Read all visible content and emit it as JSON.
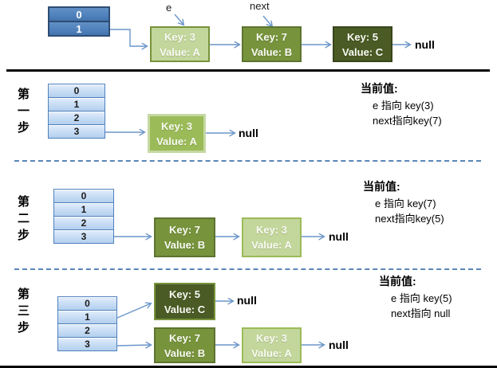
{
  "top": {
    "bucket_cells": [
      "0",
      "1"
    ],
    "e_label": "e",
    "next_label": "next",
    "nodes": [
      {
        "key": "Key: 3",
        "value": "Value: A"
      },
      {
        "key": "Key: 7",
        "value": "Value: B"
      },
      {
        "key": "Key: 5",
        "value": "Value: C"
      }
    ],
    "null_label": "null"
  },
  "steps": [
    {
      "label": "第一步",
      "bucket_cells": [
        "0",
        "1",
        "2",
        "3"
      ],
      "nodes": [
        {
          "key": "Key: 3",
          "value": "Value: A"
        }
      ],
      "null_labels": [
        "null"
      ],
      "status_title": "当前值:",
      "status_lines": [
        "e 指向 key(3)",
        "next指向key(7)"
      ]
    },
    {
      "label": "第二步",
      "bucket_cells": [
        "0",
        "1",
        "2",
        "3"
      ],
      "nodes": [
        {
          "key": "Key: 7",
          "value": "Value: B"
        },
        {
          "key": "Key: 3",
          "value": "Value: A"
        }
      ],
      "null_labels": [
        "null"
      ],
      "status_title": "当前值:",
      "status_lines": [
        "e 指向 key(7)",
        "next指向key(5)"
      ]
    },
    {
      "label": "第三步",
      "bucket_cells": [
        "0",
        "1",
        "2",
        "3"
      ],
      "nodes": [
        {
          "key": "Key: 5",
          "value": "Value: C"
        },
        {
          "key": "Key: 7",
          "value": "Value: B"
        },
        {
          "key": "Key: 3",
          "value": "Value: A"
        }
      ],
      "null_labels": [
        "null",
        "null"
      ],
      "status_title": "当前值:",
      "status_lines": [
        "e 指向 key(5)",
        "next指向 null"
      ]
    }
  ],
  "colors": {
    "steel_blue": "#4f81bd",
    "light_blue_cell": "#cbdff6",
    "light_green": "#c3d69b",
    "mid_green": "#9bbb59",
    "olive_green": "#77933c",
    "dark_olive": "#4a5b25",
    "arrow_blue": "#6b96c9",
    "separator_black": "#050505",
    "dashed_blue": "#5b86b8"
  }
}
